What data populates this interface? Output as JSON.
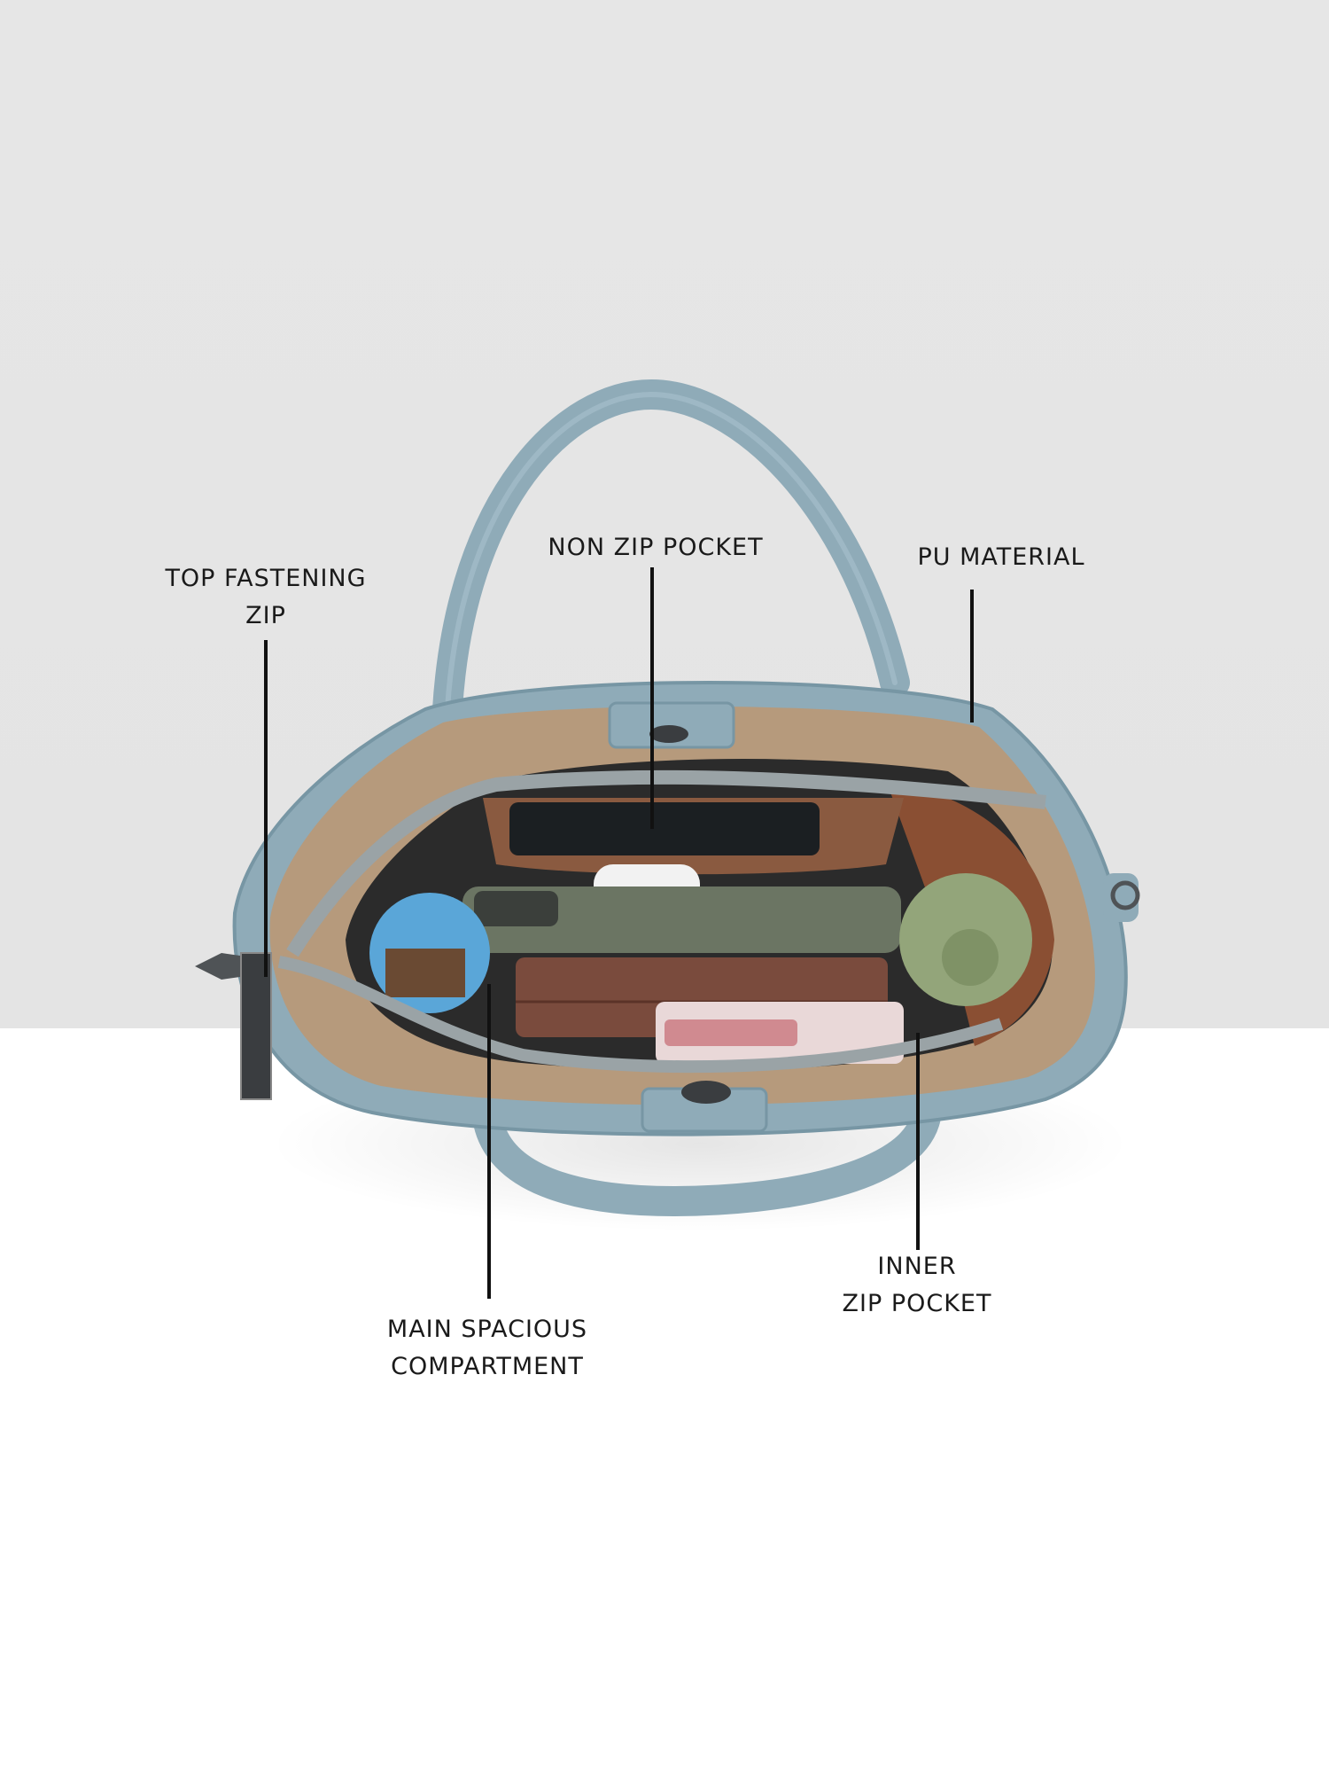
{
  "callouts": {
    "top_fastening_zip": "TOP FASTENING\nZIP",
    "non_zip_pocket": "NON ZIP POCKET",
    "pu_material": "PU MATERIAL",
    "main_spacious_compartment": "MAIN SPACIOUS\nCOMPARTMENT",
    "inner_zip_pocket": "INNER\nZIP POCKET"
  },
  "colors": {
    "bag_blue": "#8fabb8",
    "bag_blue_dark": "#6f8d9b",
    "lining_tan": "#b69a7c",
    "lining_brown": "#8a4f33",
    "background_top": "#e6e6e6",
    "background_bottom": "#ffffff"
  }
}
